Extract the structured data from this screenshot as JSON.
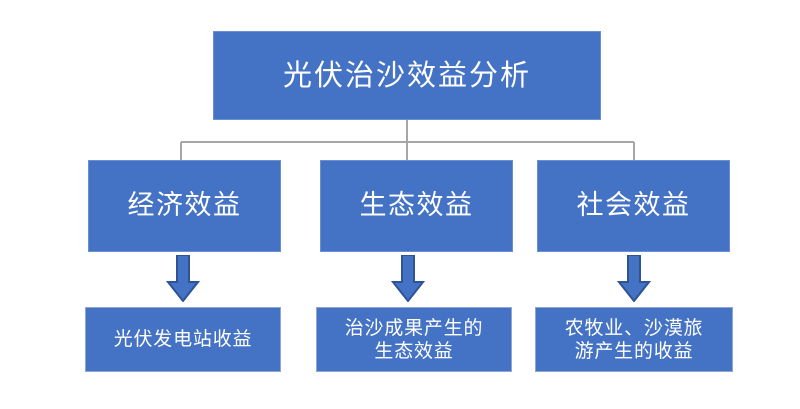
{
  "diagram": {
    "type": "flowchart",
    "orientation": "top-down",
    "title": "光伏治沙效益分析",
    "colors": {
      "node_fill": "#4472C4",
      "node_text": "#FFFFFF",
      "node_border": "#6A8FD4",
      "leaf_border": "#8FA8D2",
      "connector_line": "#A6A6A6",
      "arrow_fill": "#4472C4",
      "arrow_stroke": "#2E5496",
      "background": "#FFFFFF"
    },
    "root": {
      "label": "光伏治沙效益分析"
    },
    "branches": [
      {
        "label": "经济效益",
        "leaf": "光伏发电站收益"
      },
      {
        "label": "生态效益",
        "leaf": "治沙成果产生的\n生态效益"
      },
      {
        "label": "社会效益",
        "leaf": "农牧业、沙漠旅\n游产生的收益"
      }
    ]
  }
}
